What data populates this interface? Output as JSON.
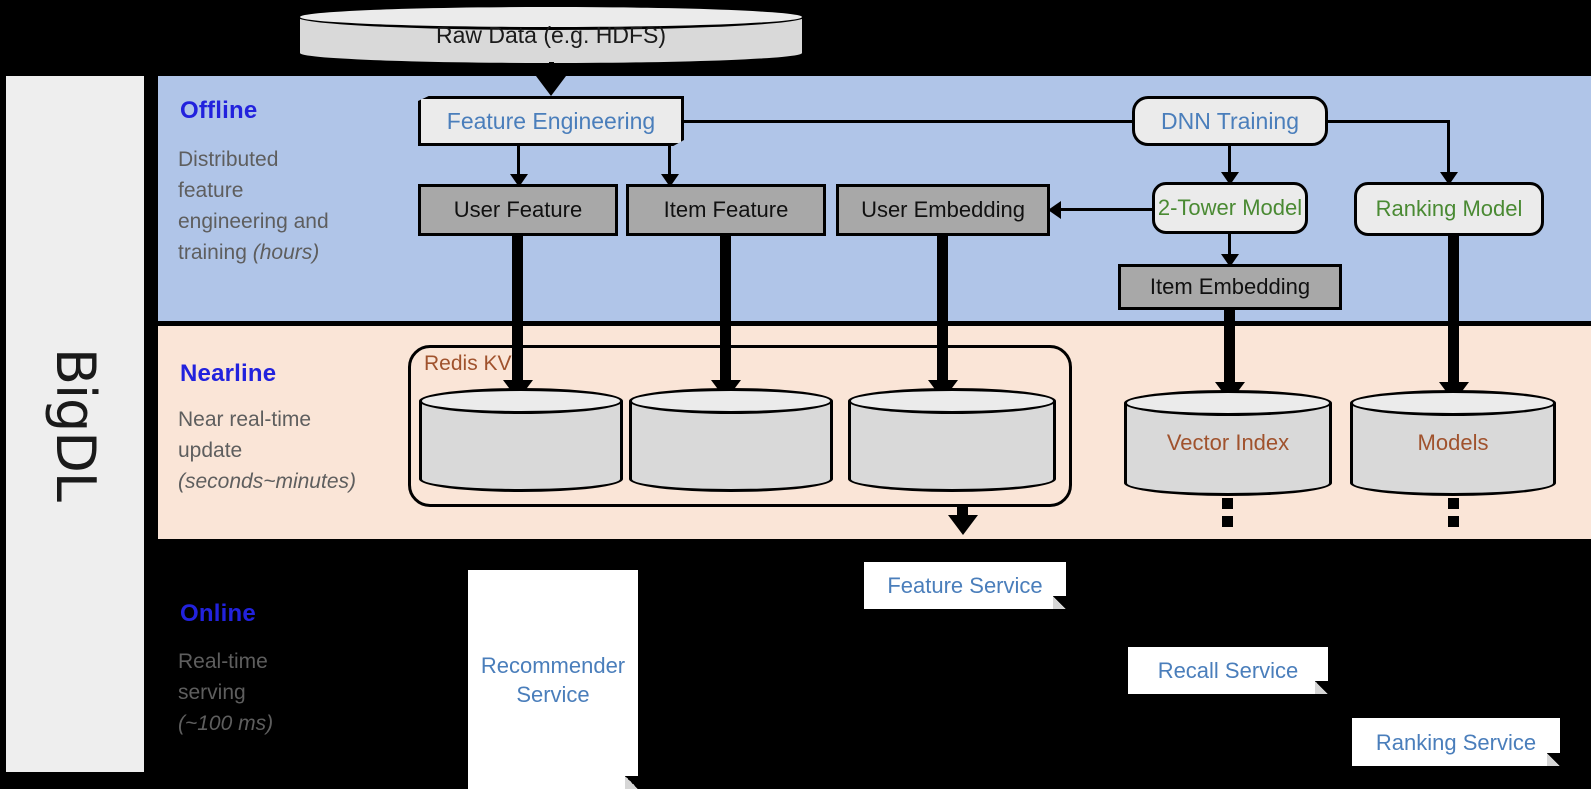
{
  "framework": {
    "name": "BigDL"
  },
  "top": {
    "raw_data": {
      "label": "Raw Data (e.g. HDFS)"
    }
  },
  "bands": {
    "offline": {
      "title": "Offline",
      "desc_line1": "Distributed",
      "desc_line2": "feature",
      "desc_line3": "engineering and",
      "desc_line4_plain": "training ",
      "desc_line4_italic": "(hours)",
      "color": "#b0c5e8"
    },
    "nearline": {
      "title": "Nearline",
      "desc_line1": "Near real-time",
      "desc_line2": "update",
      "desc_line3_italic": "(seconds~minutes)",
      "color": "#fae5d7"
    },
    "online": {
      "title": "Online",
      "desc_line1": "Real-time",
      "desc_line2": "serving",
      "desc_line3_italic": "(~100 ms)",
      "color": "#000000"
    }
  },
  "offline_nodes": {
    "feature_engineering": {
      "label": "Feature Engineering",
      "color": "#4a7ebb"
    },
    "dnn_training": {
      "label": "DNN Training",
      "color": "#4a7ebb"
    },
    "user_feature": {
      "label": "User Feature"
    },
    "item_feature": {
      "label": "Item Feature"
    },
    "user_embedding": {
      "label": "User Embedding"
    },
    "two_tower_model": {
      "label": "2-Tower Model",
      "color": "#4a8a33"
    },
    "ranking_model": {
      "label": "Ranking Model",
      "color": "#4a8a33"
    },
    "item_embedding": {
      "label": "Item Embedding"
    }
  },
  "nearline_nodes": {
    "redis_kv": {
      "label": "Redis KV",
      "color": "#a0522d"
    },
    "store_1": {
      "label": ""
    },
    "store_2": {
      "label": ""
    },
    "store_3": {
      "label": ""
    },
    "vector_index": {
      "label": "Vector Index",
      "color": "#a0522d"
    },
    "models": {
      "label": "Models",
      "color": "#a0522d"
    }
  },
  "online_nodes": {
    "recommender_service": {
      "label": "Recommender Service",
      "color": "#4a7ebb"
    },
    "feature_service": {
      "label": "Feature Service",
      "color": "#4a7ebb"
    },
    "recall_service": {
      "label": "Recall Service",
      "color": "#4a7ebb"
    },
    "ranking_service": {
      "label": "Ranking Service",
      "color": "#4a7ebb"
    }
  }
}
